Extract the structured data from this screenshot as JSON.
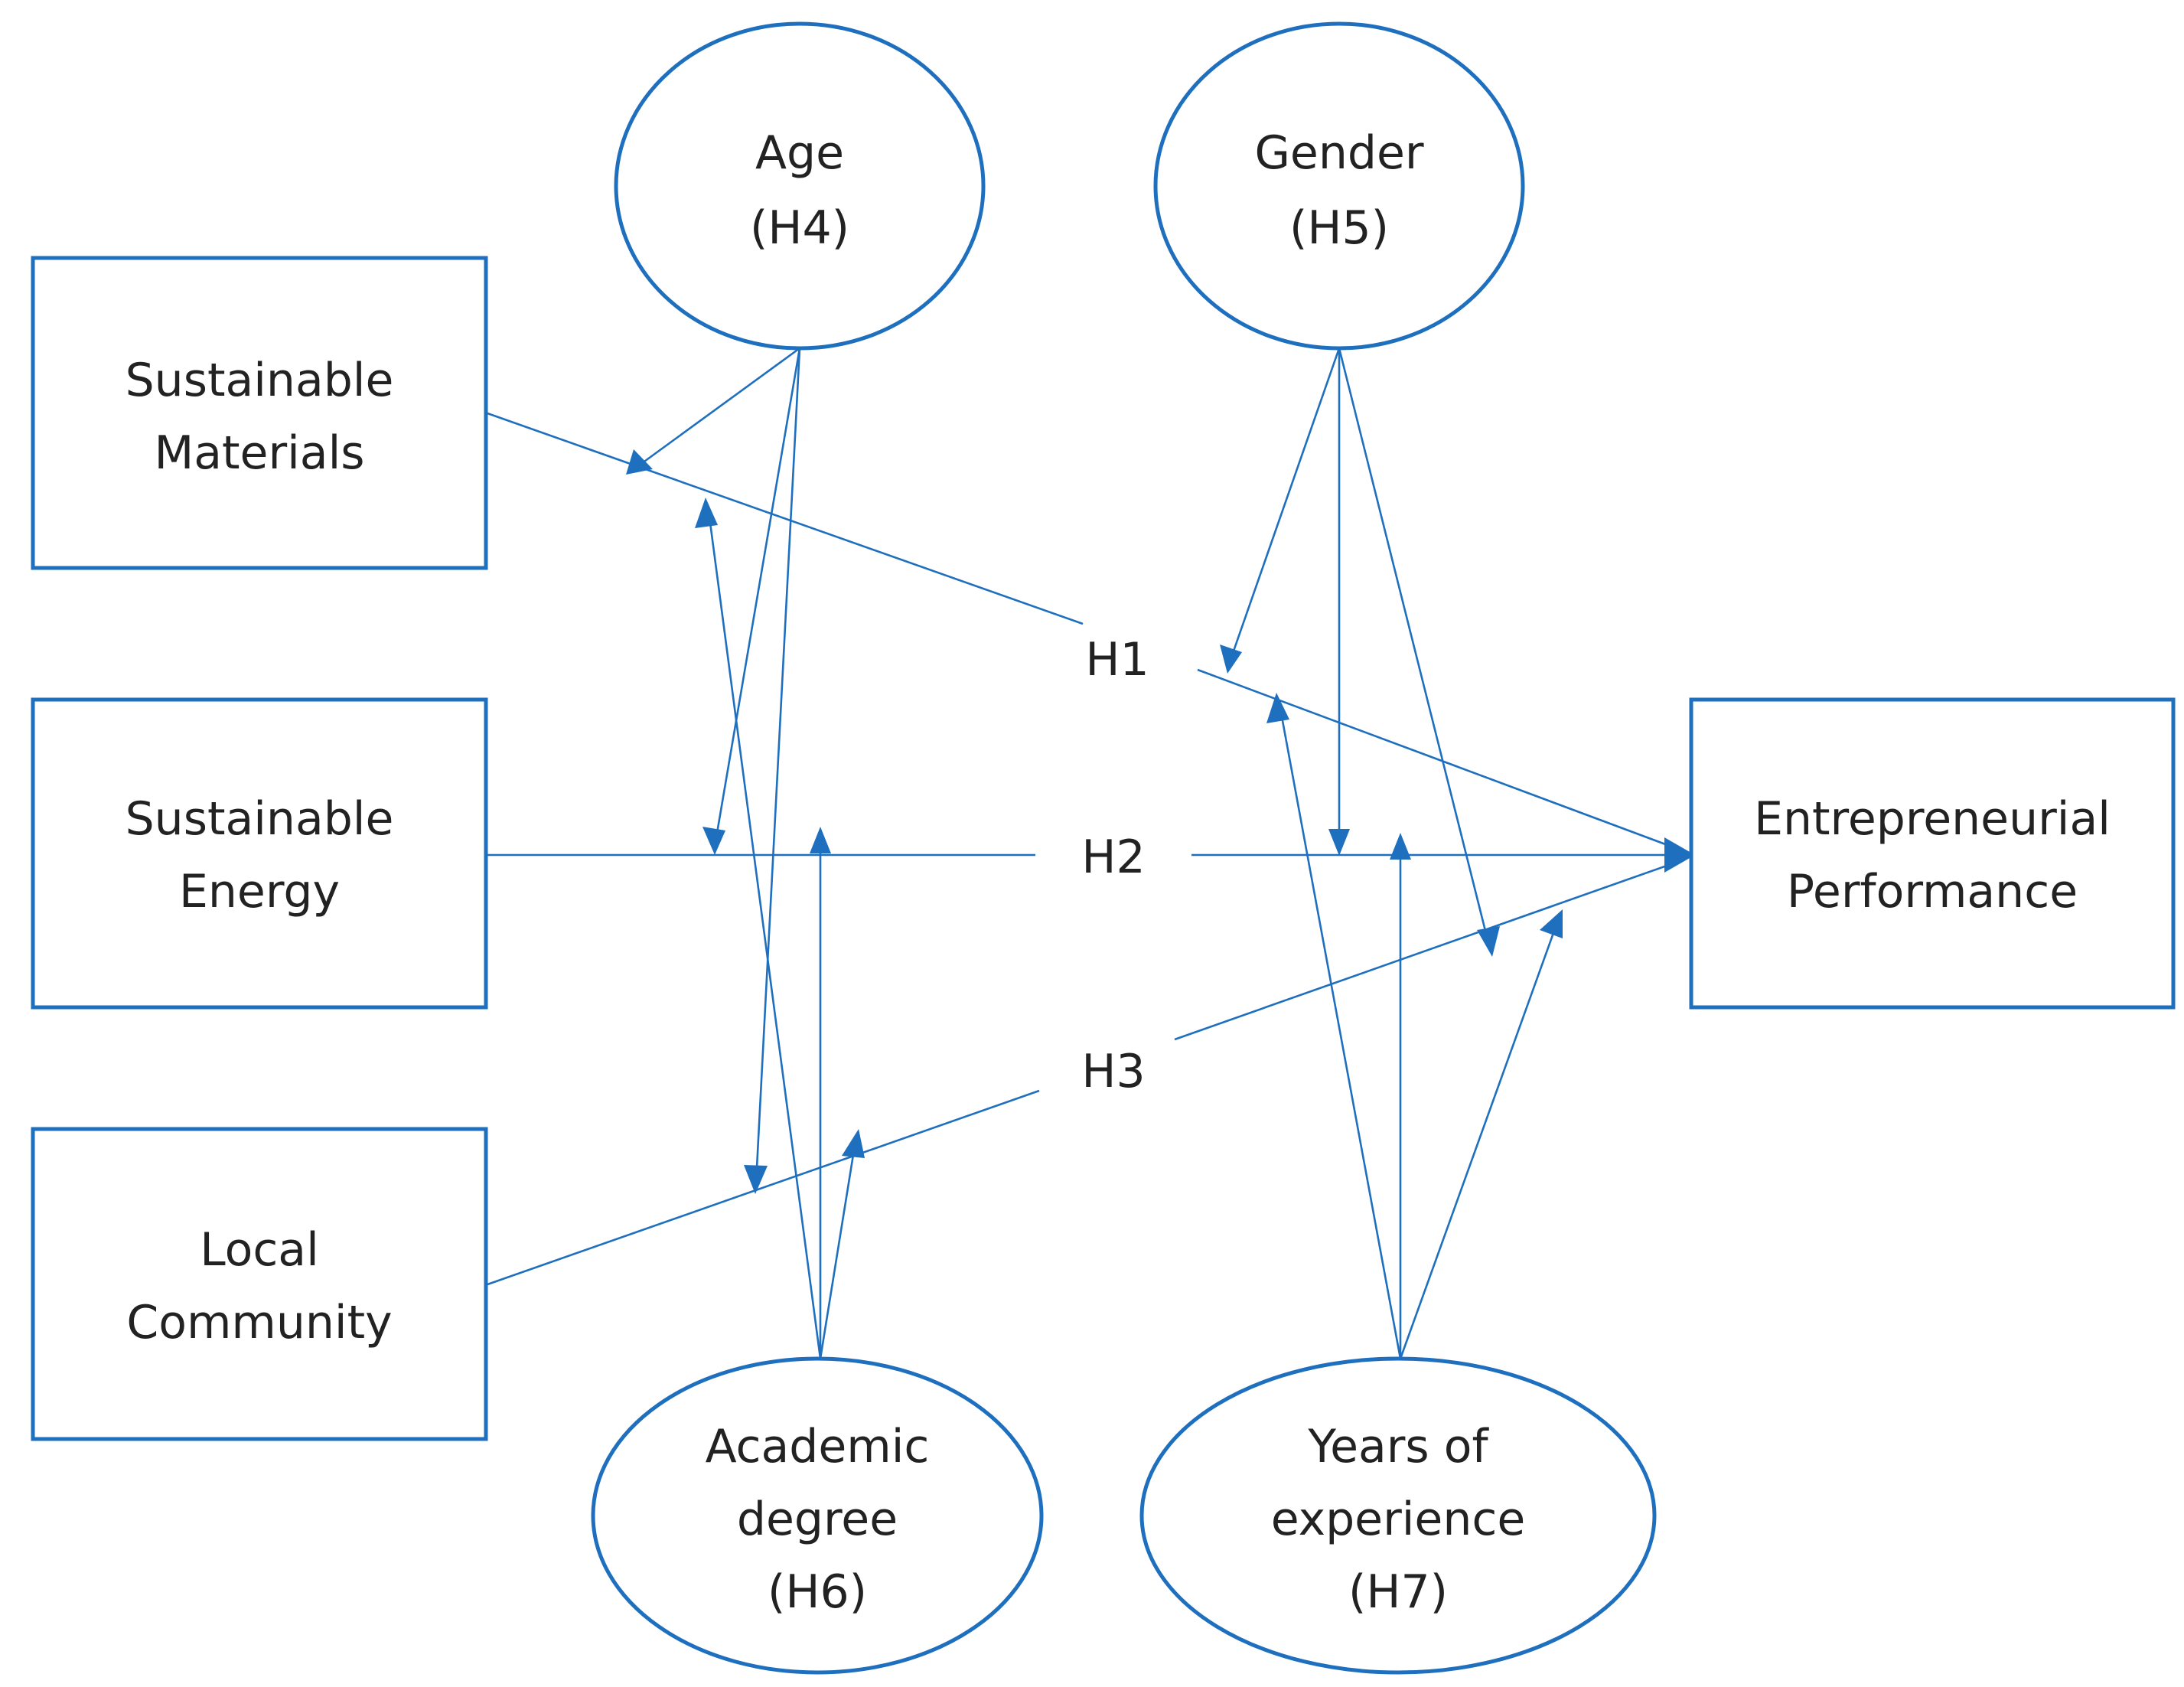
{
  "diagram": {
    "line_color": "#1f6fbf",
    "text_color": "#222222",
    "independent_variables": [
      {
        "id": "sm",
        "lines": [
          "Sustainable",
          "Materials"
        ]
      },
      {
        "id": "se",
        "lines": [
          "Sustainable",
          "Energy"
        ]
      },
      {
        "id": "lc",
        "lines": [
          "Local",
          "Community"
        ]
      }
    ],
    "dependent_variable": {
      "id": "ep",
      "lines": [
        "Entrepreneurial",
        "Performance"
      ]
    },
    "moderators": [
      {
        "id": "age",
        "lines": [
          "Age",
          "(H4)"
        ]
      },
      {
        "id": "gender",
        "lines": [
          "Gender",
          "(H5)"
        ]
      },
      {
        "id": "academic",
        "lines": [
          "Academic",
          "degree",
          "(H6)"
        ]
      },
      {
        "id": "experience",
        "lines": [
          "Years of",
          "experience",
          "(H7)"
        ]
      }
    ],
    "hypotheses": [
      {
        "id": "h1",
        "label": "H1",
        "from": "sm",
        "to": "ep"
      },
      {
        "id": "h2",
        "label": "H2",
        "from": "se",
        "to": "ep"
      },
      {
        "id": "h3",
        "label": "H3",
        "from": "lc",
        "to": "ep"
      }
    ],
    "moderation_links": [
      {
        "moderator": "age",
        "targets": [
          "h1",
          "h2",
          "h3"
        ]
      },
      {
        "moderator": "gender",
        "targets": [
          "h1",
          "h2",
          "h3"
        ]
      },
      {
        "moderator": "academic",
        "targets": [
          "h1",
          "h2",
          "h3"
        ]
      },
      {
        "moderator": "experience",
        "targets": [
          "h1",
          "h2",
          "h3"
        ]
      }
    ]
  }
}
